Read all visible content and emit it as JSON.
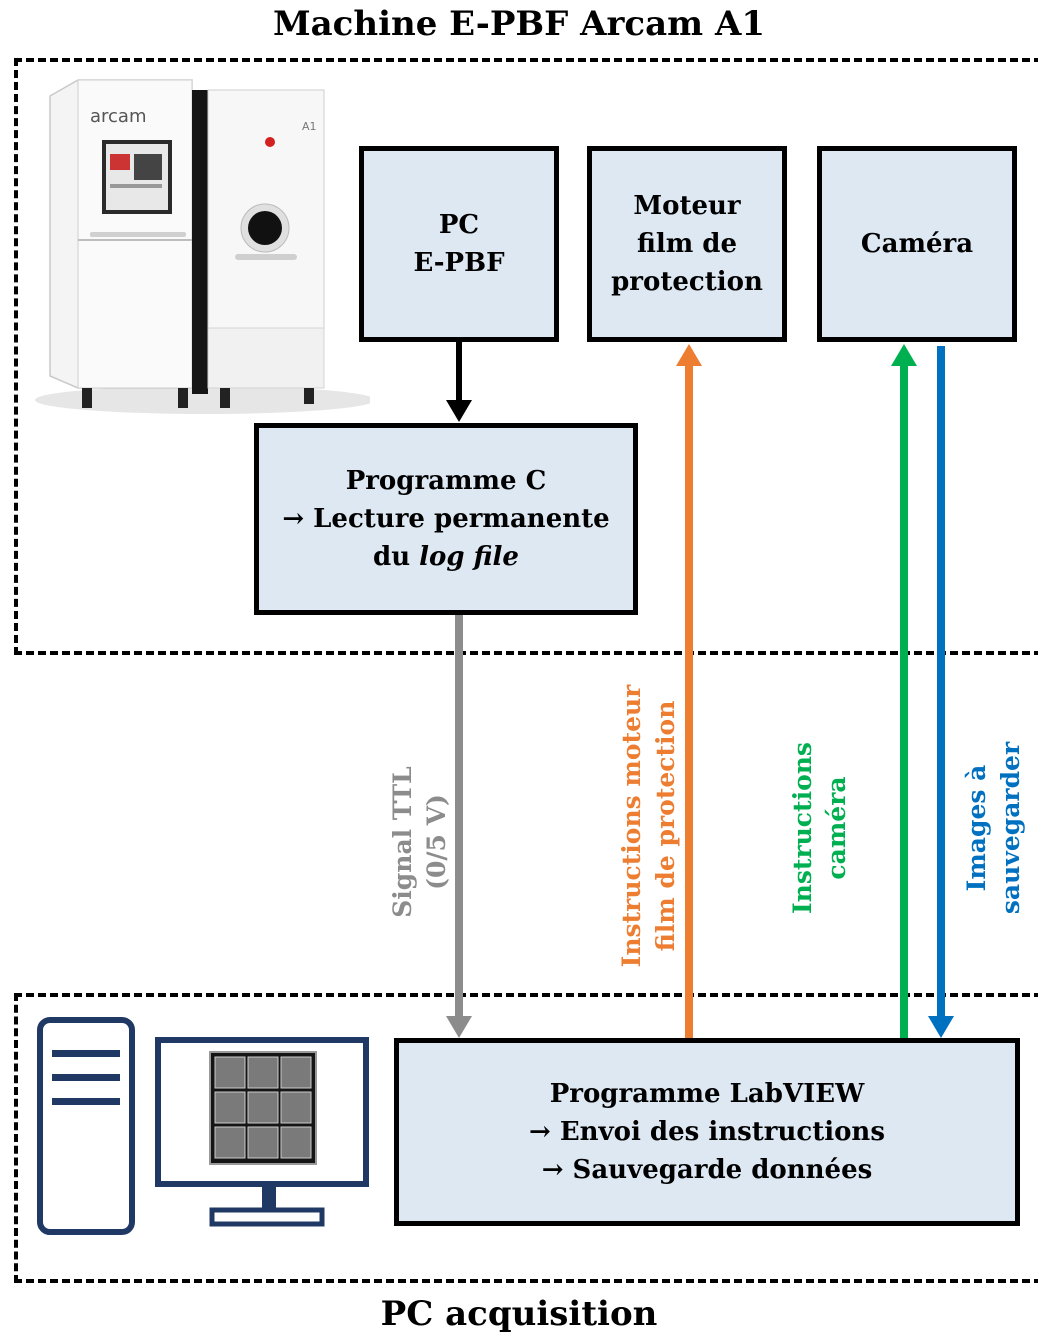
{
  "top_section": {
    "title": "Machine E-PBF Arcam A1"
  },
  "bottom_section": {
    "title": "PC acquisition"
  },
  "boxes": {
    "pc_epbf": {
      "line1": "PC",
      "line2": "E-PBF"
    },
    "moteur": {
      "line1": "Moteur",
      "line2": "film de",
      "line3": "protection"
    },
    "camera": {
      "label": "Caméra"
    },
    "programme_c": {
      "line1": "Programme C",
      "line2": "→ Lecture permanente",
      "line3_plain": "du ",
      "line3_italic": "log file"
    },
    "labview": {
      "line1": "Programme LabVIEW",
      "line2": "→ Envoi des instructions",
      "line3": "→ Sauvegarde données"
    }
  },
  "arrow_labels": {
    "signal": {
      "line1": "Signal TTL",
      "line2": "(0/5 V)"
    },
    "moteur": {
      "line1": "Instructions moteur",
      "line2": "film de protection"
    },
    "camera": {
      "line1": "Instructions",
      "line2": "caméra"
    },
    "images": {
      "line1": "Images à",
      "line2": "sauvegarder"
    }
  },
  "machine_image": {
    "brand": "arcam",
    "model": "A1"
  },
  "colors": {
    "box_fill": "#dde8f3",
    "signal": "#8c8c8c",
    "moteur": "#ed7d31",
    "camera": "#00b050",
    "images": "#0070c0",
    "pc_icon": "#1f3864"
  }
}
